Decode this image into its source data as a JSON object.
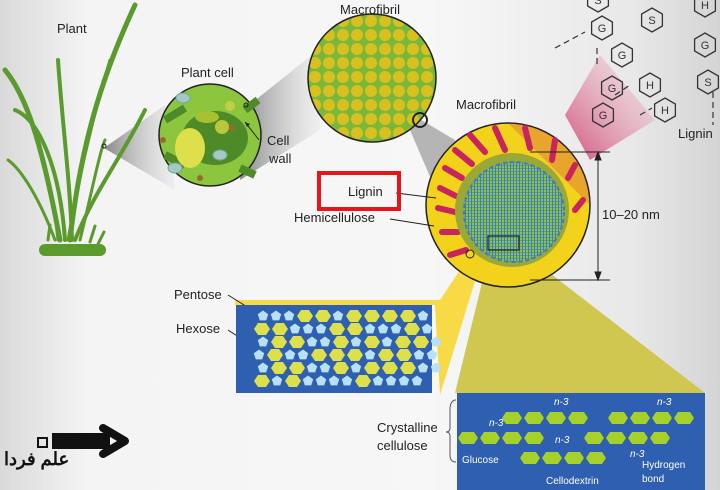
{
  "diagram": {
    "labels": {
      "plant": "Plant",
      "plant_cell": "Plant cell",
      "cell_wall_line1": "Cell",
      "cell_wall_line2": "wall",
      "macrofibril_top": "Macrofibril",
      "macrofibril_right": "Macrofibril",
      "lignin_callout": "Lignin",
      "hemicellulose": "Hemicellulose",
      "size_range": "10–20 nm",
      "lignin_structure": "Lignin",
      "pentose": "Pentose",
      "hexose": "Hexose",
      "crystalline_line1": "Crystalline",
      "crystalline_line2": "cellulose",
      "glucose": "Glucose",
      "cellodextrin": "Cellodextrin",
      "hydrogen_line1": "Hydrogen",
      "hydrogen_line2": "bond",
      "n3": "n-3"
    },
    "lignin_units": [
      "G",
      "S",
      "G",
      "H",
      "G",
      "S",
      "H",
      "G",
      "G",
      "H",
      "S"
    ],
    "highlight_box_color": "#e8141b",
    "colors": {
      "plant_green": "#5b9a2d",
      "cell_dark": "#4e8a27",
      "cell_light": "#8cc63f",
      "fibril_yellow": "#d8c020",
      "lignin_magenta": "#c8245e",
      "hemicellulose_yellow": "#f2d21a",
      "panel_blue": "#2f5fb0",
      "hexose_yellow": "#dde04a",
      "pentose_blue": "#b8e0f8",
      "glucose_green": "#a6d12a"
    }
  },
  "watermark": {
    "text": "علم فردا",
    "arrow": "right-arrow-icon"
  }
}
